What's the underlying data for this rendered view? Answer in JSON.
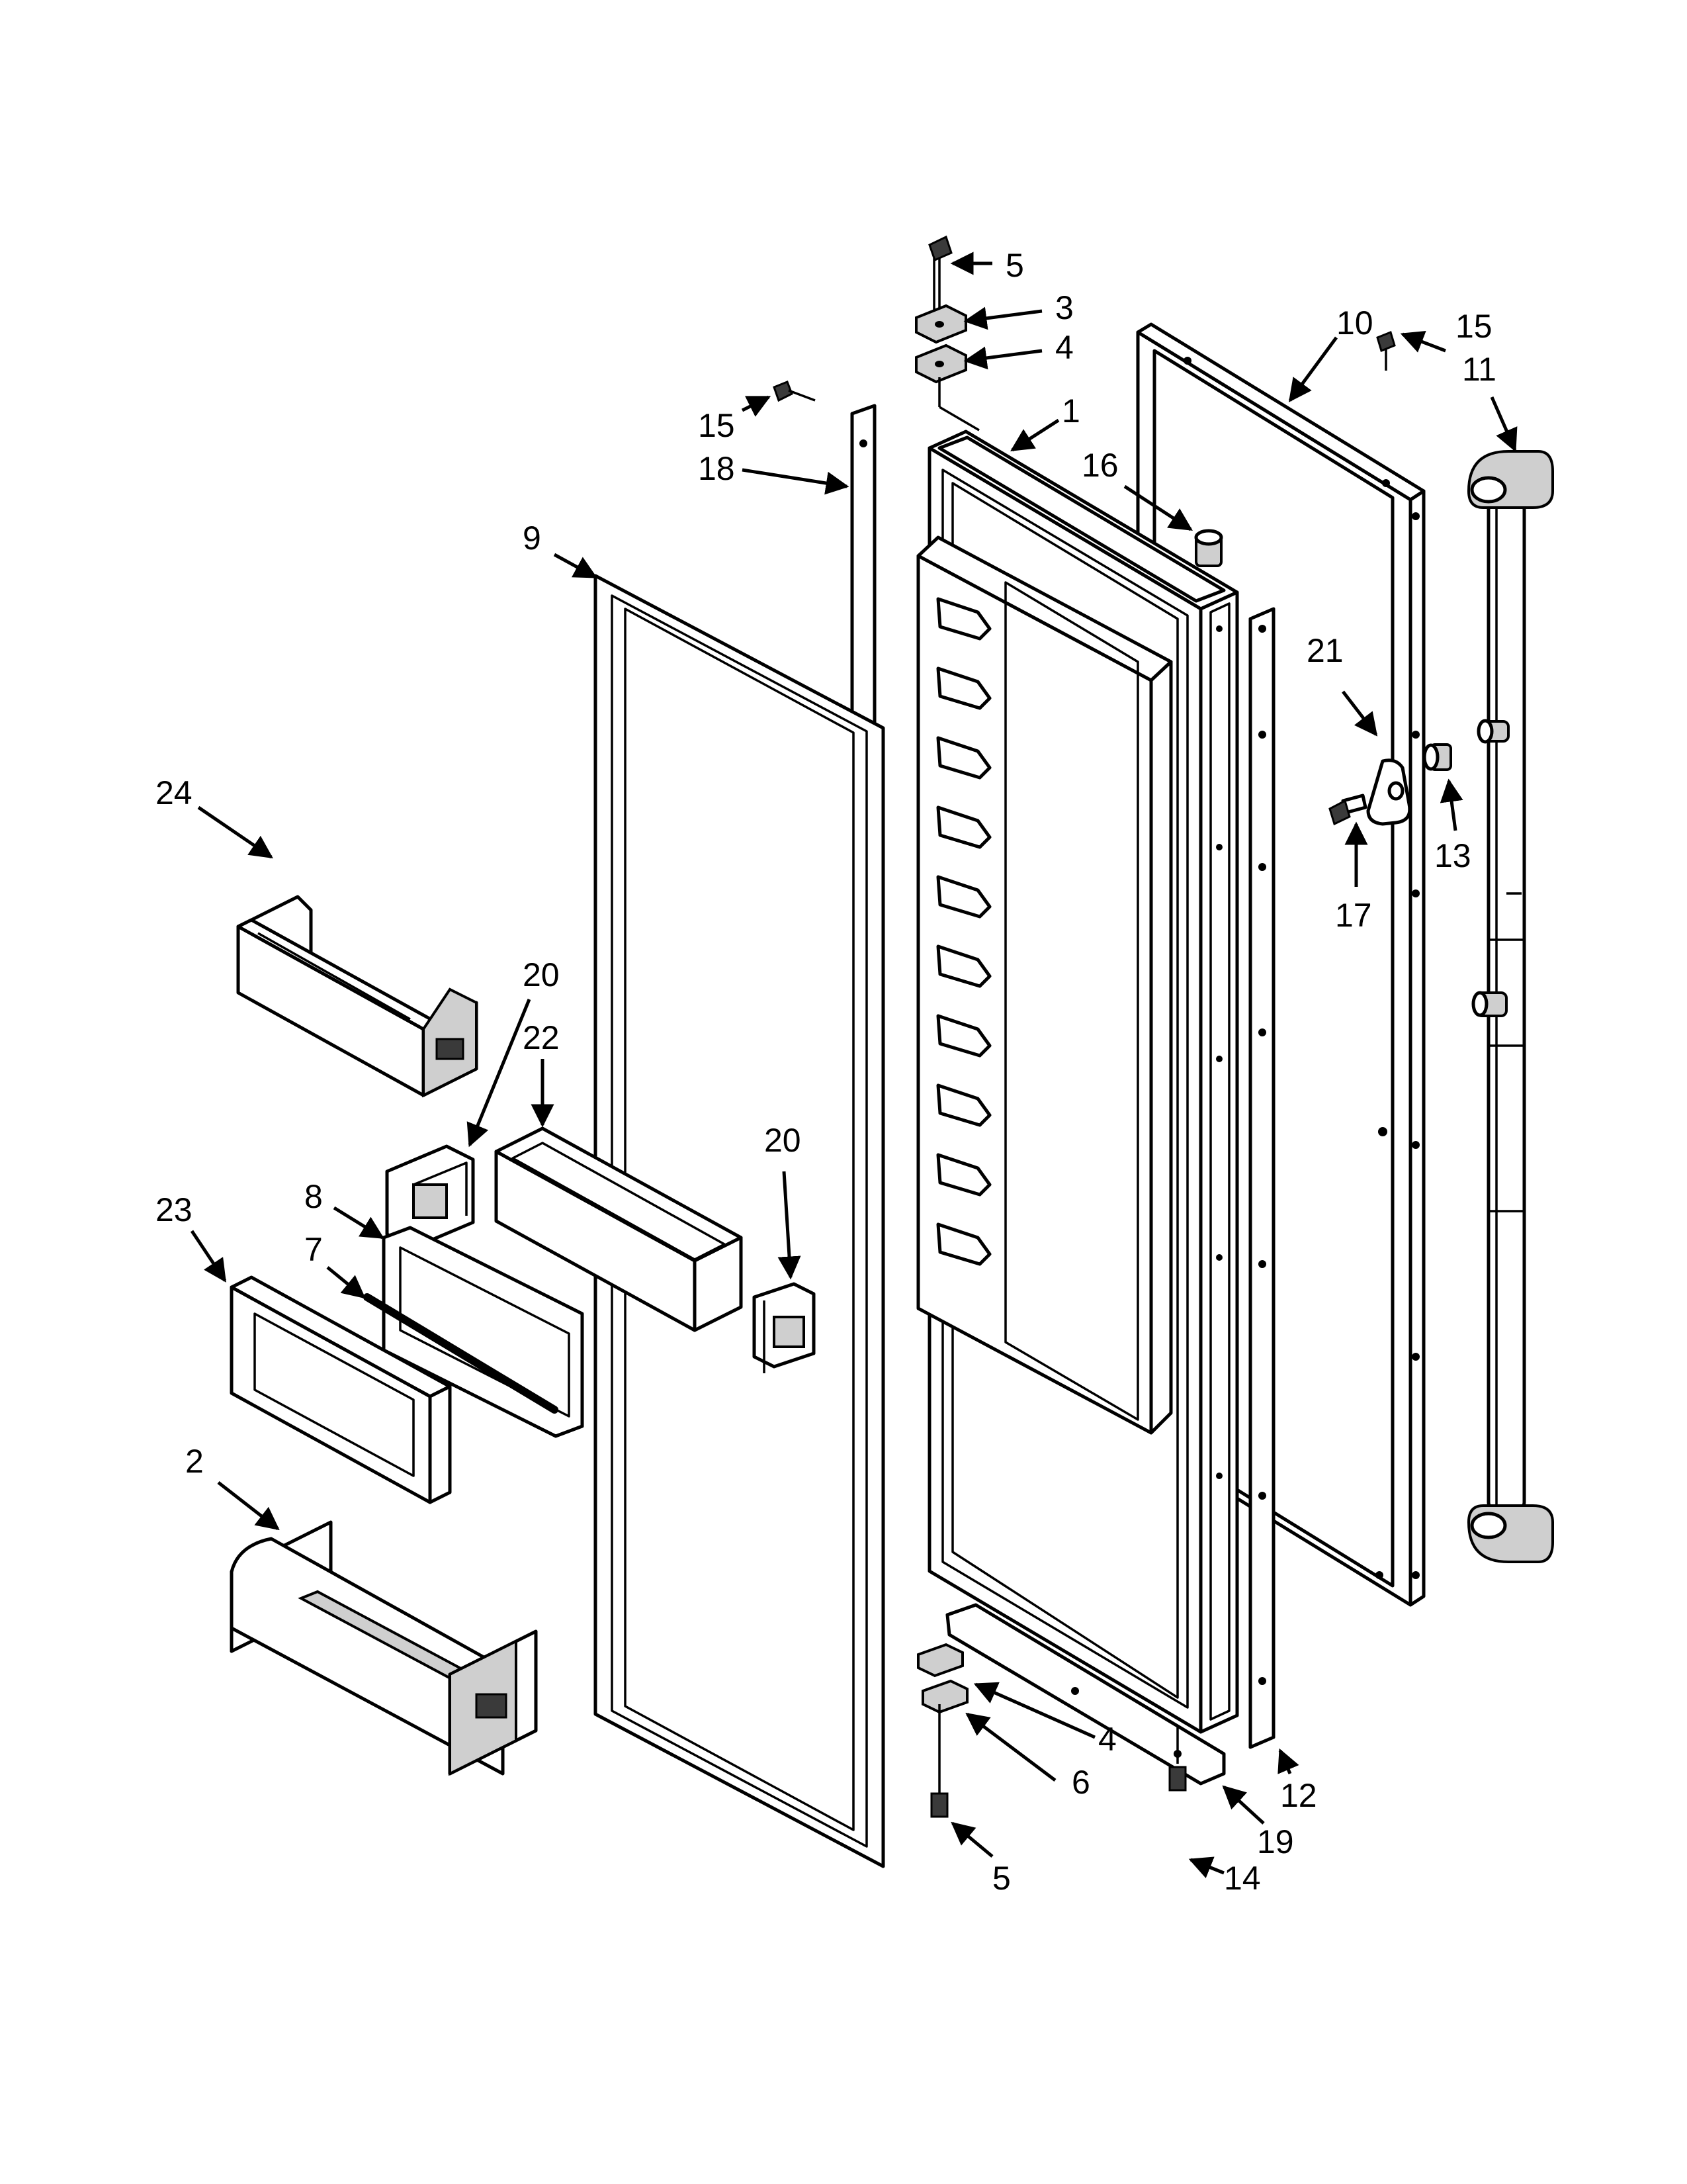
{
  "callouts": [
    {
      "id": "c5a",
      "text": "5"
    },
    {
      "id": "c3",
      "text": "3"
    },
    {
      "id": "c4a",
      "text": "4"
    },
    {
      "id": "c10",
      "text": "10"
    },
    {
      "id": "c15a",
      "text": "15"
    },
    {
      "id": "c11",
      "text": "11"
    },
    {
      "id": "c1",
      "text": "1"
    },
    {
      "id": "c15b",
      "text": "15"
    },
    {
      "id": "c18",
      "text": "18"
    },
    {
      "id": "c16",
      "text": "16"
    },
    {
      "id": "c9",
      "text": "9"
    },
    {
      "id": "c21",
      "text": "21"
    },
    {
      "id": "c24",
      "text": "24"
    },
    {
      "id": "c13",
      "text": "13"
    },
    {
      "id": "c17",
      "text": "17"
    },
    {
      "id": "c20a",
      "text": "20"
    },
    {
      "id": "c22",
      "text": "22"
    },
    {
      "id": "c20b",
      "text": "20"
    },
    {
      "id": "c23",
      "text": "23"
    },
    {
      "id": "c8",
      "text": "8"
    },
    {
      "id": "c7",
      "text": "7"
    },
    {
      "id": "c2",
      "text": "2"
    },
    {
      "id": "c4b",
      "text": "4"
    },
    {
      "id": "c6",
      "text": "6"
    },
    {
      "id": "c12",
      "text": "12"
    },
    {
      "id": "c19",
      "text": "19"
    },
    {
      "id": "c5b",
      "text": "5"
    },
    {
      "id": "c14",
      "text": "14"
    }
  ]
}
